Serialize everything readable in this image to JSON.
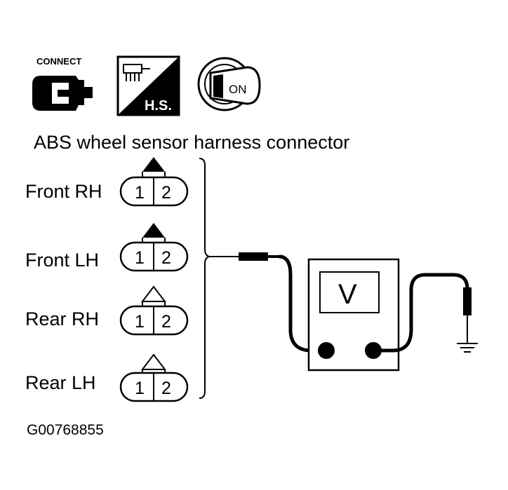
{
  "icons": {
    "connect_label": "CONNECT",
    "hs_label": "H.S.",
    "ignition_label": "ON"
  },
  "title": "ABS wheel sensor harness connector",
  "connectors": [
    {
      "label": "Front RH",
      "pins": [
        "1",
        "2"
      ],
      "marker": "filled"
    },
    {
      "label": "Front LH",
      "pins": [
        "1",
        "2"
      ],
      "marker": "filled"
    },
    {
      "label": "Rear RH",
      "pins": [
        "1",
        "2"
      ],
      "marker": "outline"
    },
    {
      "label": "Rear LH",
      "pins": [
        "1",
        "2"
      ],
      "marker": "outline"
    }
  ],
  "meter": {
    "symbol": "V"
  },
  "figure_code": "G00768855"
}
